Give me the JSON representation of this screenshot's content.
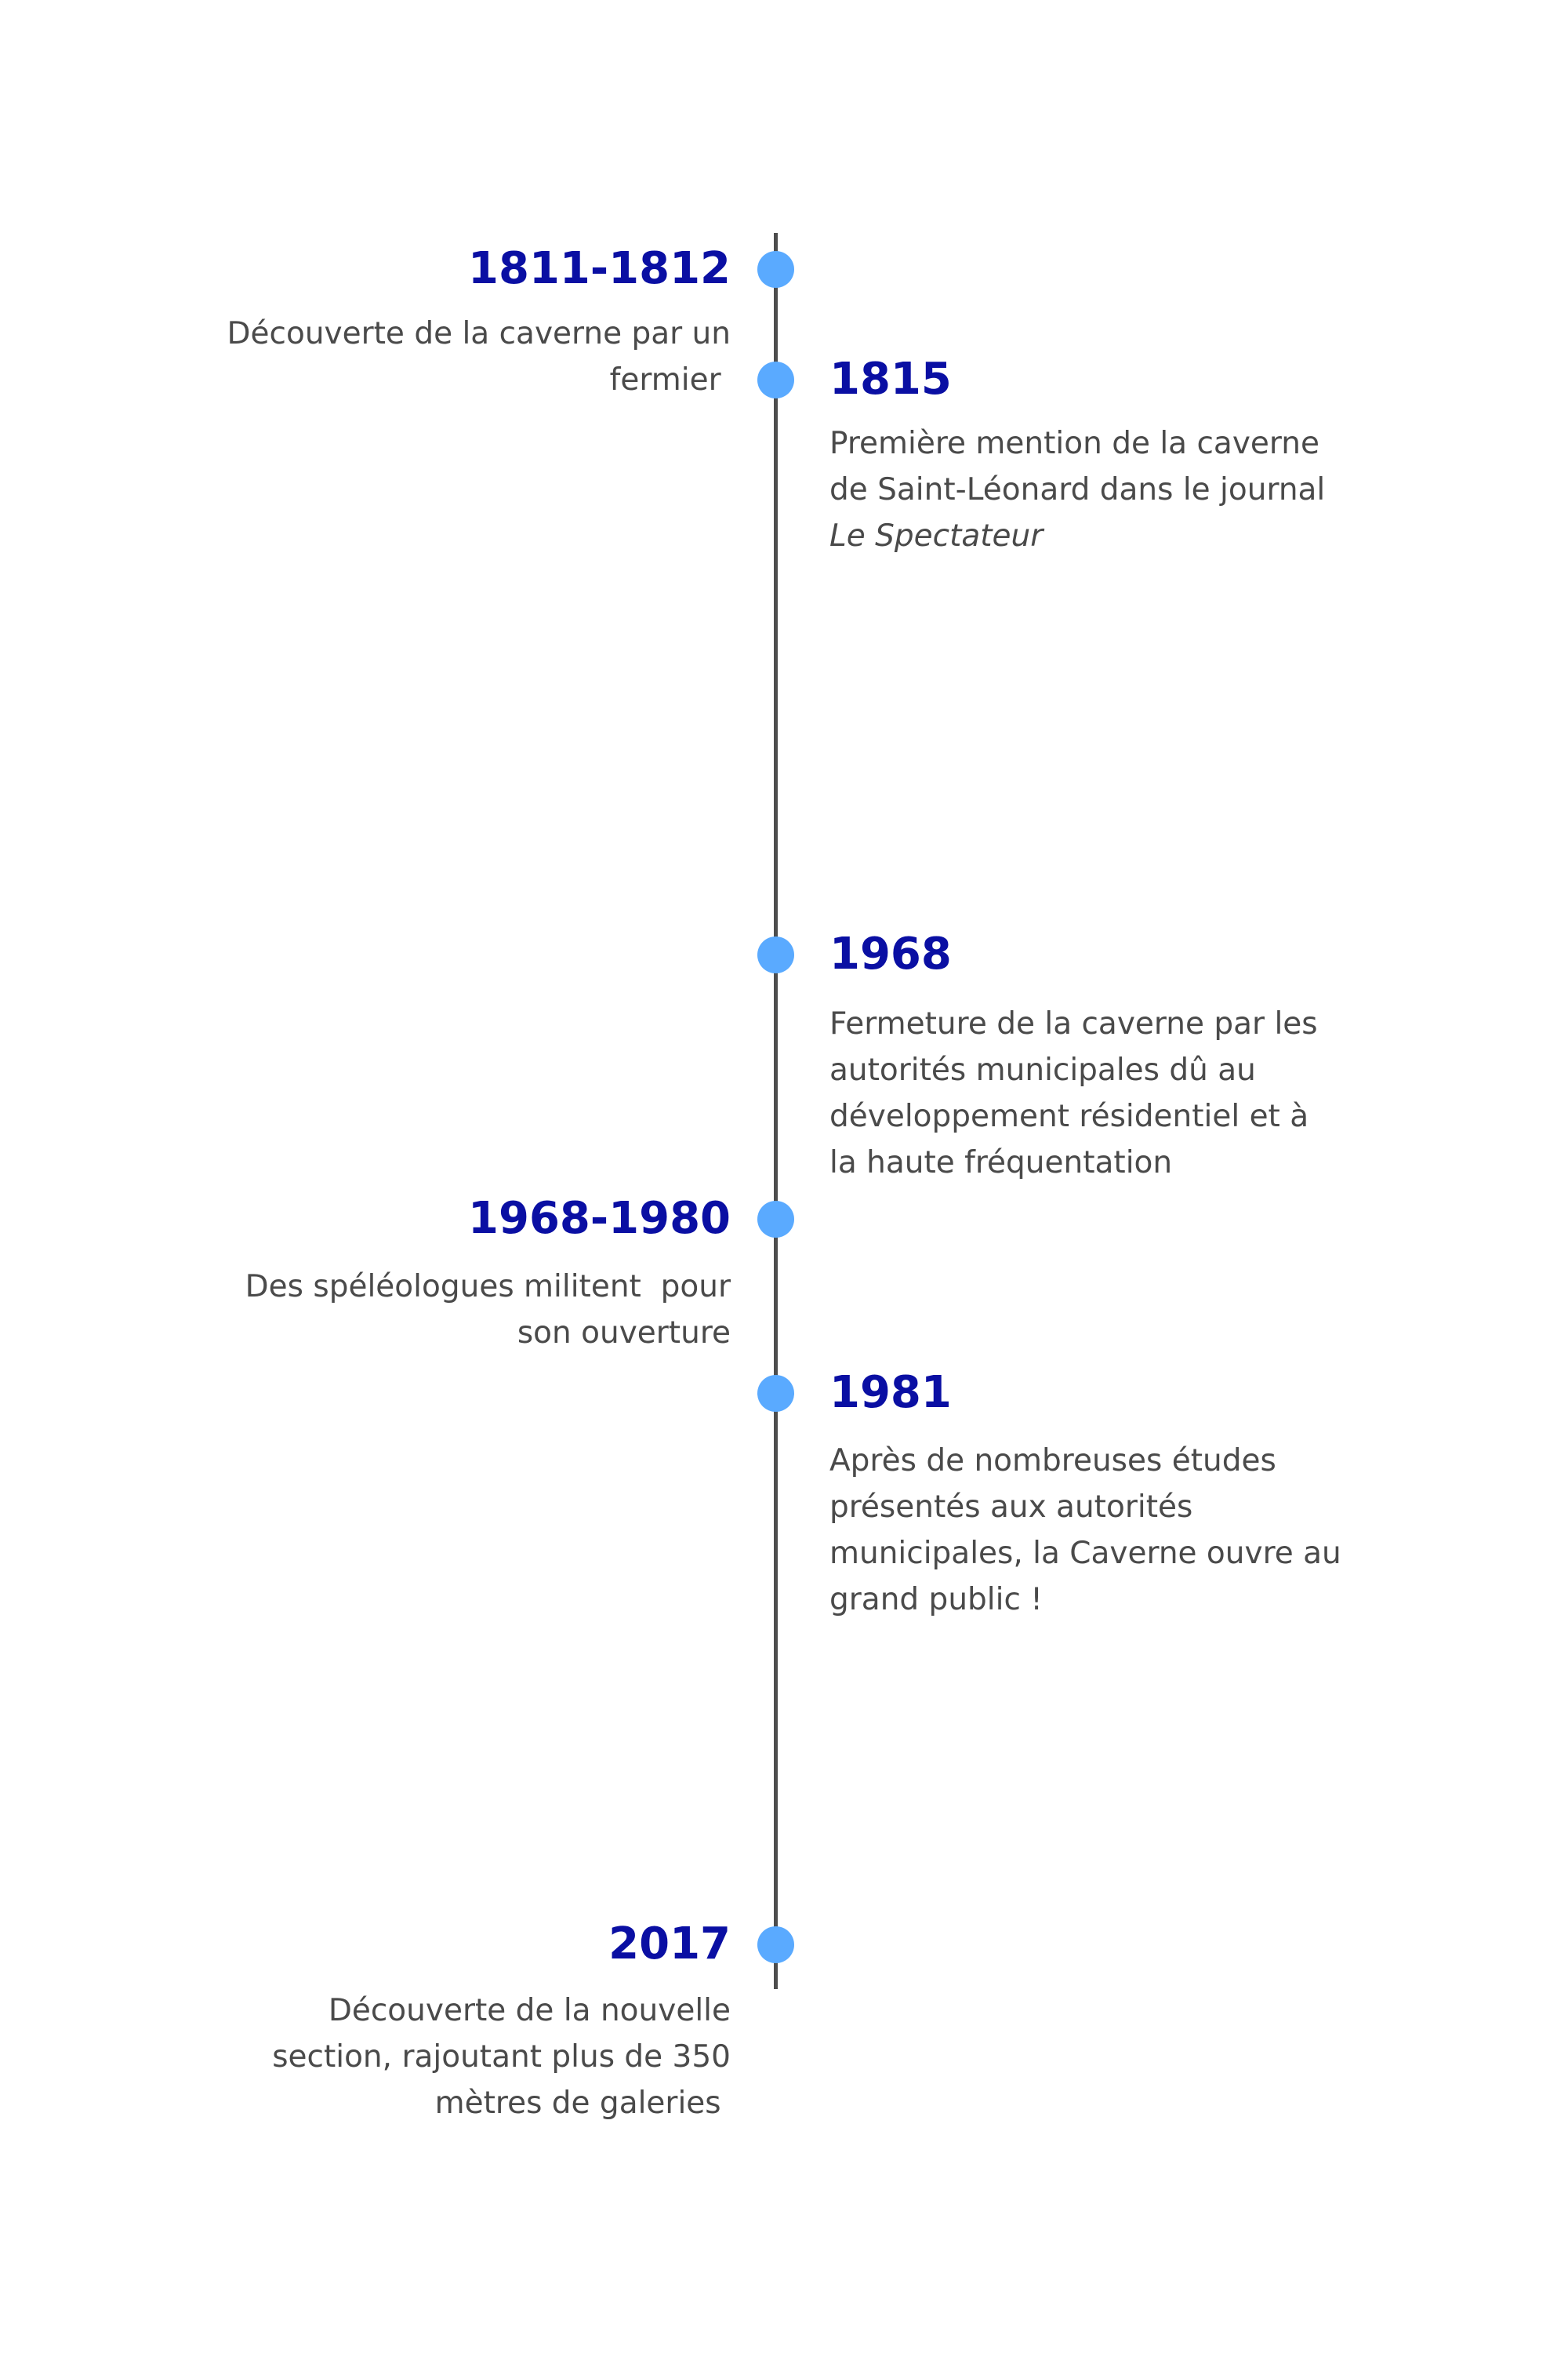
{
  "colors": {
    "year": "#0a0fa3",
    "dot": "#5aaaff",
    "axis": "#4d4d4d",
    "text": "#4a4a4a"
  },
  "events": [
    {
      "year": "1811-1812",
      "side": "left",
      "lines": [
        "Découverte de la caverne par un",
        "fermier "
      ]
    },
    {
      "year": "1815",
      "side": "right",
      "lines": [
        "Première mention de la caverne",
        "de Saint-Léonard dans le journal"
      ],
      "italic_line": "Le Spectateur"
    },
    {
      "year": "1968",
      "side": "right",
      "lines": [
        "Fermeture de la caverne par les",
        "autorités municipales dû au",
        "développement résidentiel et à",
        "la haute fréquentation"
      ]
    },
    {
      "year": "1968-1980",
      "side": "left",
      "lines": [
        "Des spéléologues militent  pour",
        "son ouverture"
      ]
    },
    {
      "year": "1981",
      "side": "right",
      "lines": [
        "Après de nombreuses études",
        "présentés aux autorités",
        "municipales, la Caverne ouvre au",
        "grand public !"
      ]
    },
    {
      "year": "2017",
      "side": "left",
      "lines": [
        "Découverte de la nouvelle",
        "section, rajoutant plus de 350",
        "mètres de galeries "
      ]
    }
  ]
}
